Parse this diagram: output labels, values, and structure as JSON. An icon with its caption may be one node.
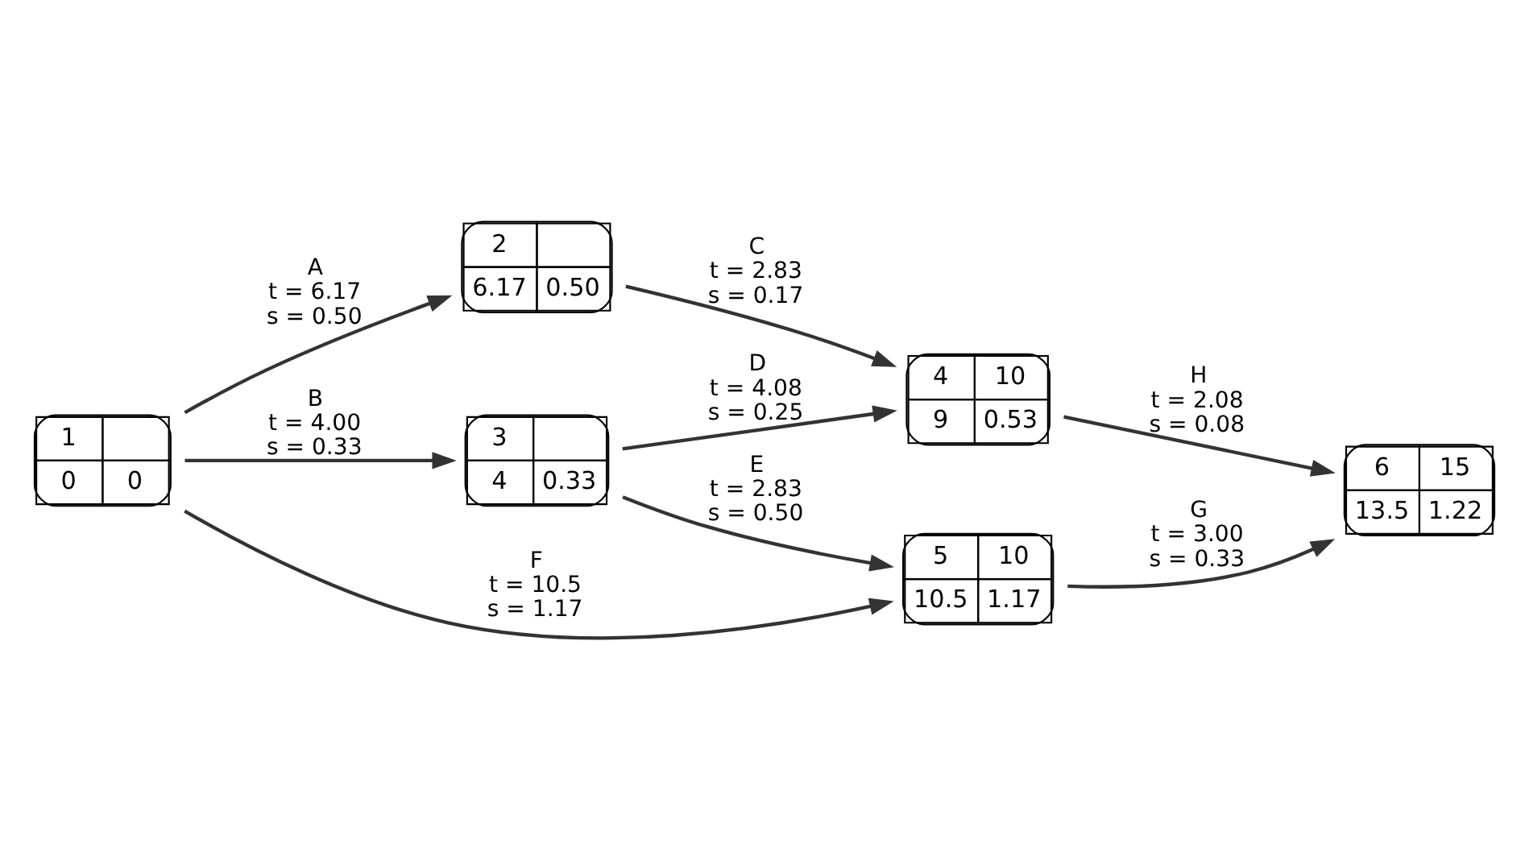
{
  "diagram": {
    "nodes": [
      {
        "text": [
          "1",
          "0",
          "0"
        ]
      },
      {
        "text": [
          "2",
          "6.17",
          "0.50"
        ]
      },
      {
        "text": [
          "3",
          "4",
          "0.33"
        ]
      },
      {
        "text": [
          "4",
          "10",
          "9",
          "0.53"
        ]
      },
      {
        "text": [
          "5",
          "10",
          "10.5",
          "1.17"
        ]
      },
      {
        "text": [
          "6",
          "15",
          "13.5",
          "1.22"
        ]
      }
    ],
    "edges": [
      {
        "from": 0,
        "to": 1,
        "arrow": "to",
        "label": "A t = 6.17 s = 0.50"
      },
      {
        "from": 0,
        "to": 2,
        "arrow": "to",
        "label": "B t = 4.00 s = 0.33"
      },
      {
        "from": 1,
        "to": 3,
        "arrow": "to",
        "label": "C t = 2.83 s = 0.17"
      },
      {
        "from": 2,
        "to": 3,
        "arrow": "to",
        "label": "D t = 4.08 s = 0.25"
      },
      {
        "from": 2,
        "to": 4,
        "arrow": "to",
        "label": "E t = 2.83 s = 0.50"
      },
      {
        "from": 0,
        "to": 4,
        "arrow": "to",
        "label": "F t = 10.5 s = 1.17"
      },
      {
        "from": 3,
        "to": 5,
        "arrow": "to",
        "label": "H t = 2.08 s = 0.08"
      },
      {
        "from": 4,
        "to": 5,
        "arrow": "to",
        "label": "G t = 3.00 s = 0.33"
      }
    ]
  }
}
